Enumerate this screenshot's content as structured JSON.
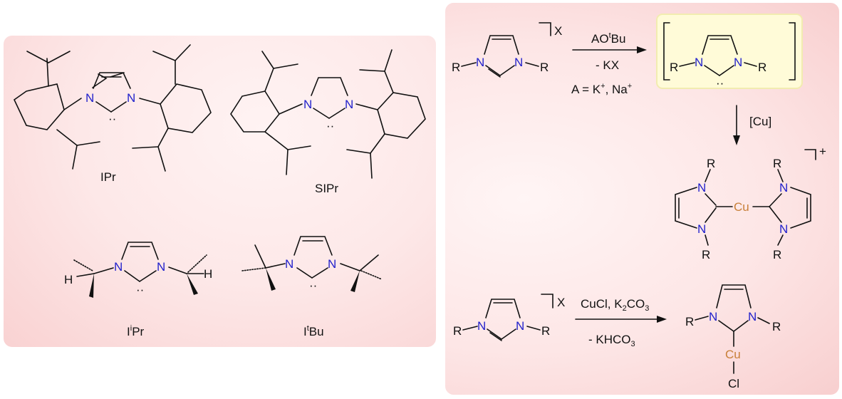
{
  "left_panel": {
    "ligands": [
      {
        "label": "IPr"
      },
      {
        "label": "SIPr"
      },
      {
        "label_main": "I",
        "label_sup": "i",
        "label_tail": "Pr"
      },
      {
        "label_main": "I",
        "label_sup": "t",
        "label_tail": "Bu"
      }
    ]
  },
  "right_panel": {
    "reaction1": {
      "reagent_main": "AO",
      "reagent_sup": "t",
      "reagent_tail": "Bu",
      "byproduct": "- KX",
      "condition_text": "A = K",
      "condition_sup1": "+",
      "condition_mid": ", Na",
      "condition_sup2": "+",
      "counterion": "X"
    },
    "step2": {
      "reagent": "[Cu]",
      "charge": "+"
    },
    "reaction2": {
      "reagent_main": "CuCl, K",
      "reagent_sub1": "2",
      "reagent_mid": "CO",
      "reagent_sub2": "3",
      "byproduct_main": "- KHCO",
      "byproduct_sub": "3",
      "counterion": "X"
    },
    "atoms": {
      "N": "N",
      "R": "R",
      "Cu": "Cu",
      "Cl": "Cl",
      "H": "H"
    }
  },
  "colors": {
    "nitrogen": "#2222cc",
    "copper": "#c8803a",
    "panel_pink": "#f9d2d2",
    "highlight": "#fffbd8"
  }
}
